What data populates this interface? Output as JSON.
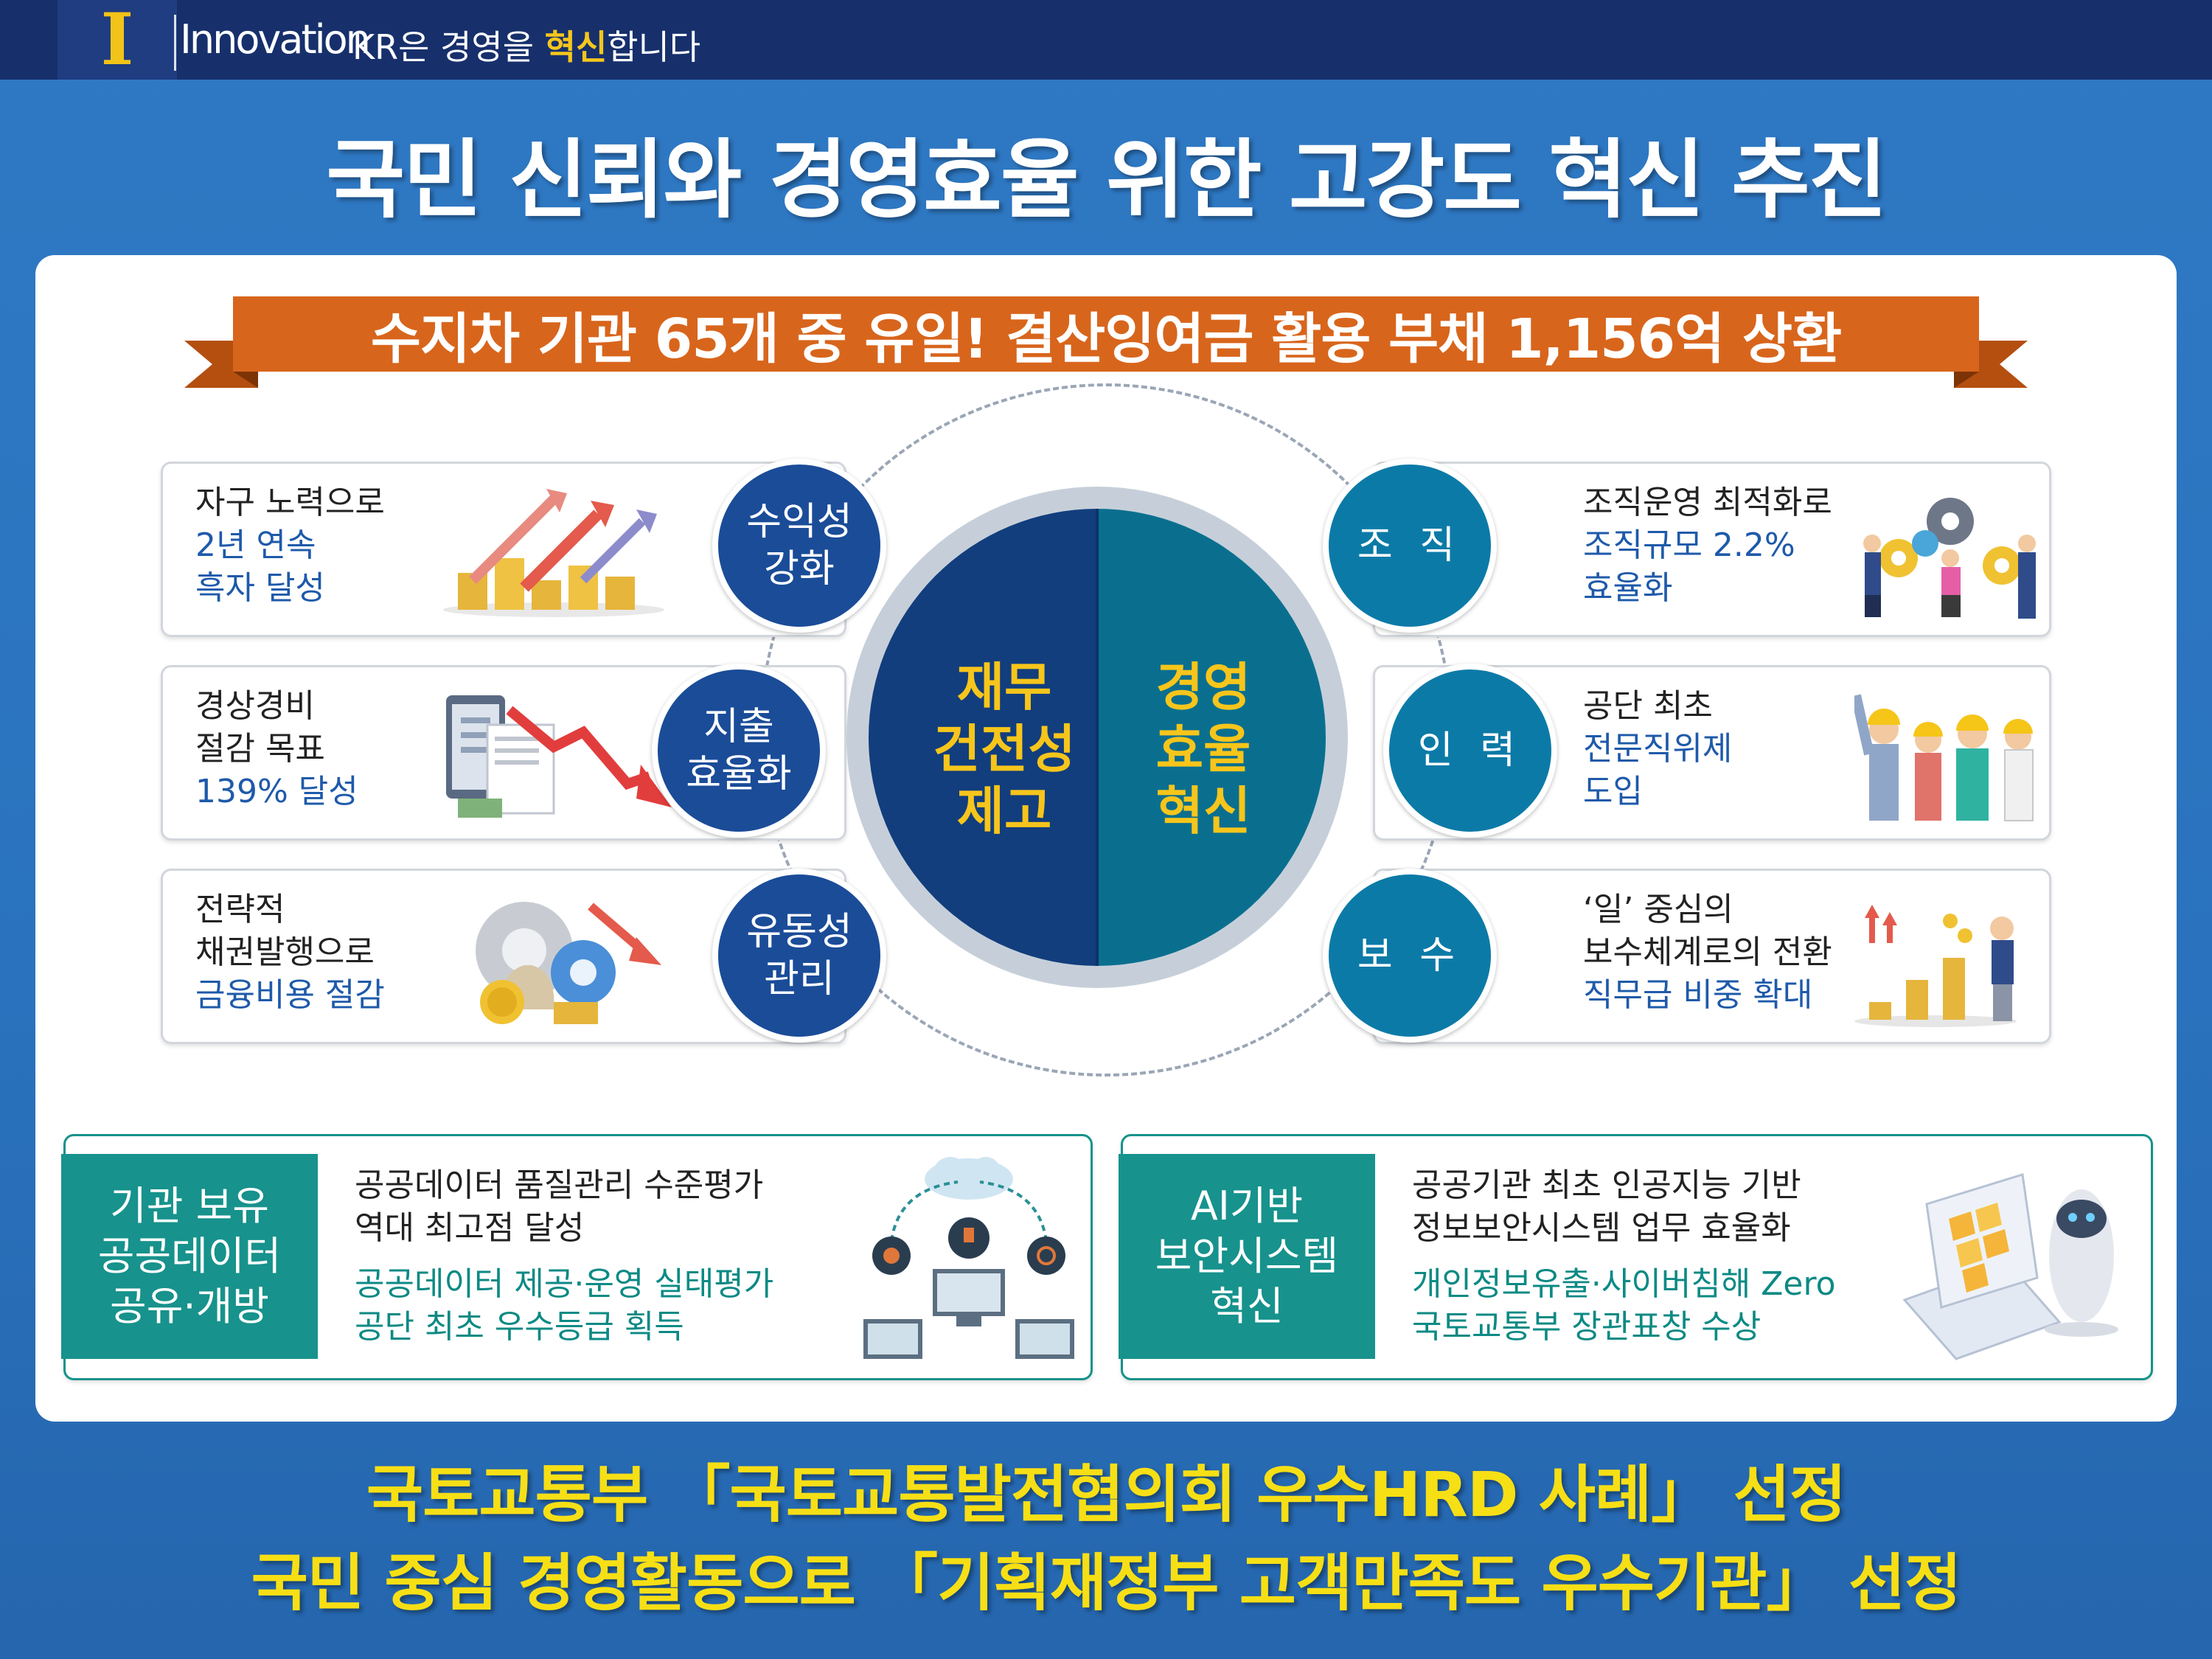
{
  "header": {
    "index": "I",
    "section": "Innovation",
    "tagline_pre": "KR은 경영을 ",
    "tagline_highlight": "혁신",
    "tagline_post": "합니다"
  },
  "title": "국민 신뢰와 경영효율 위한 고강도 혁신 추진",
  "banner": "수지차 기관 65개 중 유일! 결산잉여금 활용 부채 1,156억 상환",
  "center": {
    "left": [
      "재무",
      "건전성",
      "제고"
    ],
    "right": [
      "경영",
      "효율",
      "혁신"
    ]
  },
  "left_items": [
    {
      "circle": [
        "수익성",
        "강화"
      ],
      "lines": [
        "자구 노력으로"
      ],
      "highlight": [
        "2년 연속",
        "흑자 달성"
      ]
    },
    {
      "circle": [
        "지출",
        "효율화"
      ],
      "lines": [
        "경상경비",
        "절감 목표"
      ],
      "highlight": [
        "139% 달성"
      ]
    },
    {
      "circle": [
        "유동성",
        "관리"
      ],
      "lines": [
        "전략적",
        "채권발행으로"
      ],
      "highlight": [
        "금융비용 절감"
      ]
    }
  ],
  "right_items": [
    {
      "circle": "조 직",
      "lines": [
        "조직운영 최적화로"
      ],
      "highlight": [
        "조직규모 2.2%",
        "효율화"
      ]
    },
    {
      "circle": "인 력",
      "lines": [
        "공단 최초"
      ],
      "highlight": [
        "전문직위제",
        "도입"
      ]
    },
    {
      "circle": "보 수",
      "lines": [
        "‘일’ 중심의",
        "보수체계로의 전환"
      ],
      "highlight": [
        "직무급 비중 확대"
      ]
    }
  ],
  "bottom_cards": [
    {
      "tag": [
        "기관 보유",
        "공공데이터",
        "공유·개방"
      ],
      "line1": [
        "공공데이터 품질관리 수준평가",
        "역대 최고점 달성"
      ],
      "line2": [
        "공공데이터 제공·운영 실태평가",
        "공단 최초 우수등급 획득"
      ]
    },
    {
      "tag": [
        "AI기반",
        "보안시스템",
        "혁신"
      ],
      "line1": [
        "공공기관 최초 인공지능 기반",
        "정보보안시스템 업무 효율화"
      ],
      "line2": [
        "개인정보유출·사이버침해 Zero",
        "국토교통부 장관표창 수상"
      ]
    }
  ],
  "footer": [
    "국토교통부 「국토교통발전협의회 우수HRD 사례」 선정",
    "국민 중심 경영활동으로 「기획재정부 고객만족도 우수기관」 선정"
  ],
  "colors": {
    "background": "#2a72bd",
    "header_bar": "#17306c",
    "accent_yellow": "#f7c51b",
    "banner_orange": "#d8651c",
    "navy_circle": "#1a4c98",
    "teal_circle": "#0c7aa7",
    "teal_tag": "#17928c"
  }
}
